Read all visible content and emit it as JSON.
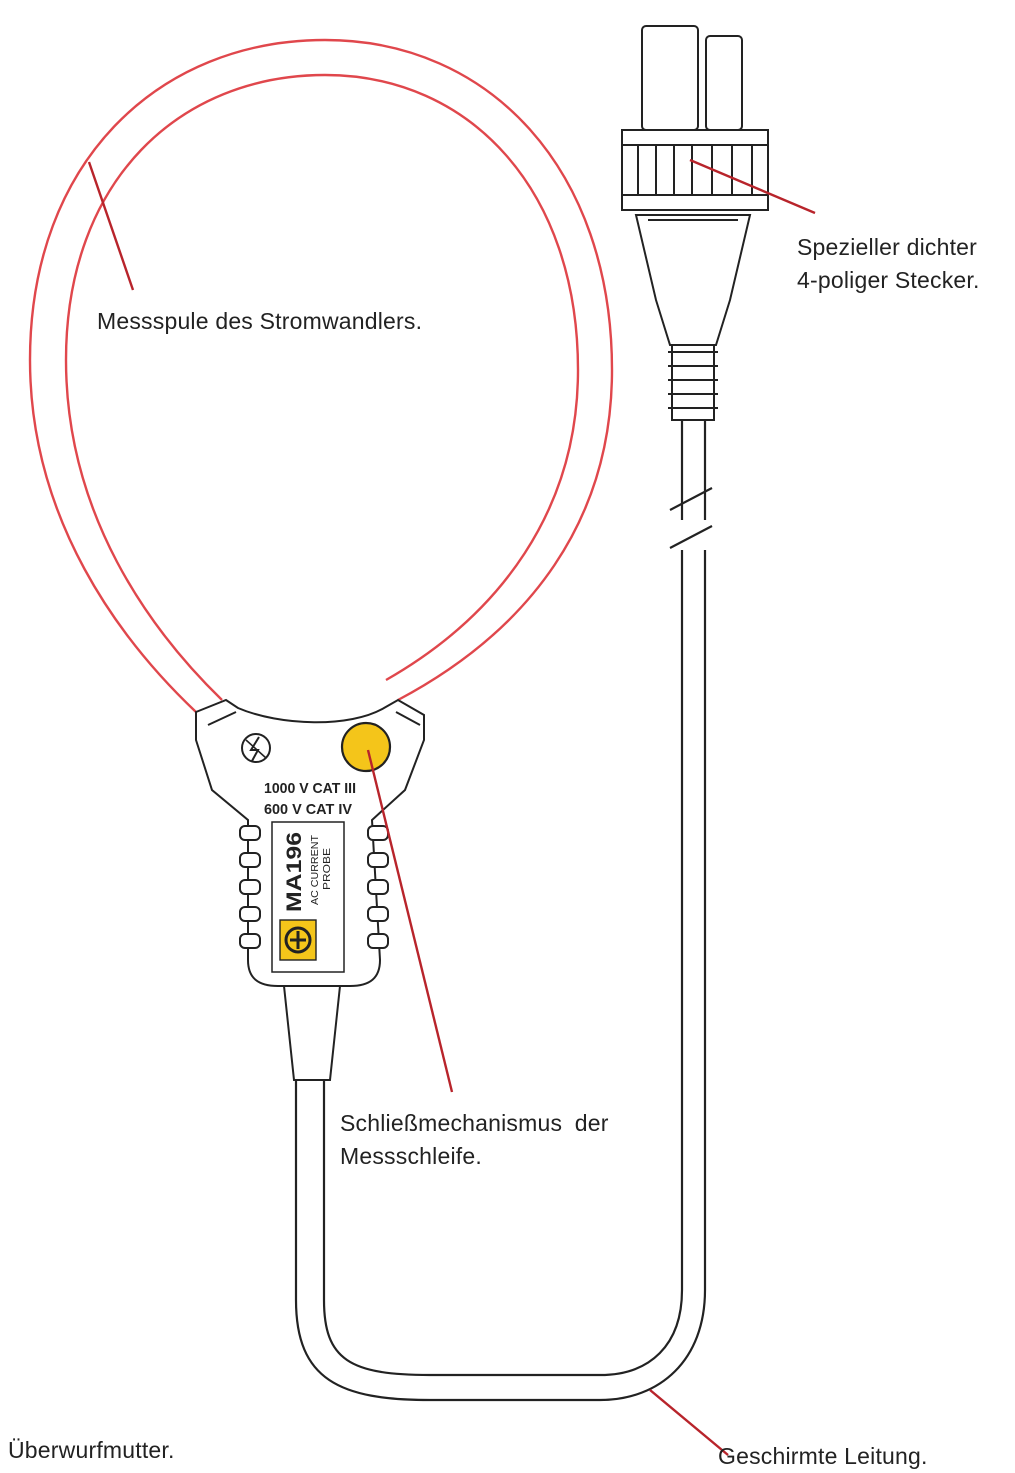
{
  "labels": {
    "coil": "Messspule des Stromwandlers.",
    "plug_line1": "Spezieller dichter",
    "plug_line2": "4-poliger Stecker.",
    "lock_line1": "Schließmechanismus der",
    "lock_line2": "Messschleife.",
    "nut": "Überwurfmutter.",
    "cable": "Geschirmte Leitung."
  },
  "device": {
    "rating_1": "1000 V CAT III",
    "rating_2": "600 V CAT IV",
    "model": "MA196",
    "desc_1": "AC CURRENT",
    "desc_2": "PROBE"
  },
  "colors": {
    "coil": "#e0474c",
    "leader": "#b8242b",
    "outline": "#222222",
    "lock_button": "#f4c51a",
    "logo_bg": "#f4c51a"
  },
  "icons": {
    "high_voltage": "no-lightning-icon",
    "brand_logo": "ht-logo-icon"
  }
}
